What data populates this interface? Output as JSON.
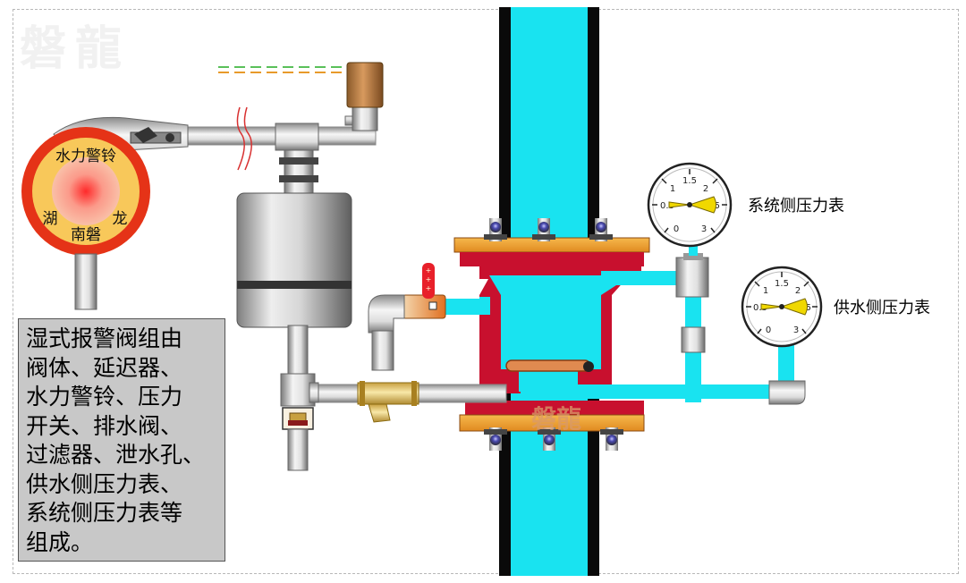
{
  "watermark_top": "磐龍",
  "watermark_flange": "磐龍",
  "bell": {
    "top_text": "水力警铃",
    "left_char": "湖",
    "right_char": "龙",
    "bottom_text": "南磐"
  },
  "description_lines": [
    "湿式报警阀组由",
    "阀体、延迟器、",
    "水力警铃、压力",
    "开关、排水阀、",
    "过滤器、泄水孔、",
    "供水侧压力表、",
    "系统侧压力表等",
    "组成。"
  ],
  "system_gauge": {
    "label": "系统侧压力表",
    "ticks": [
      "0",
      "0.5",
      "1",
      "1.5",
      "2",
      "2.5",
      "3"
    ]
  },
  "supply_gauge": {
    "label": "供水侧压力表",
    "ticks": [
      "0",
      "0.5",
      "1",
      "1.5",
      "2",
      "2.5",
      "3"
    ]
  },
  "colors": {
    "water": "#19e3f0",
    "pipe_wall": "#0a0a0a",
    "valve_red": "#c8102e",
    "flange_orange": "#f0a030",
    "bell_red": "#e53317",
    "bell_yellow": "#f8c85a",
    "description_bg": "#c8c8c8"
  }
}
